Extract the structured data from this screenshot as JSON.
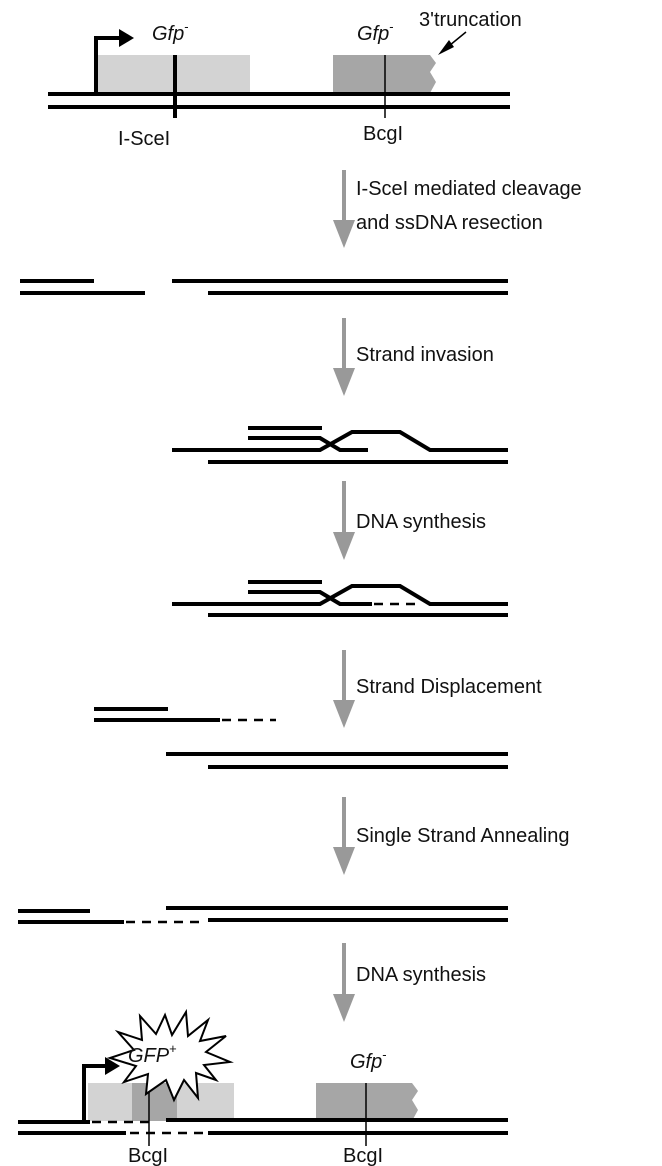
{
  "top_construct": {
    "gene_left_label": "Gfp",
    "gene_left_sup": "-",
    "gene_right_label": "Gfp",
    "gene_right_sup": "-",
    "truncation_label": "3'truncation",
    "site_left_label": "I-SceI",
    "site_right_label": "BcgI"
  },
  "steps": [
    {
      "line1": "I-SceI mediated cleavage",
      "line2": "and ssDNA resection"
    },
    {
      "line1": "Strand invasion"
    },
    {
      "line1": "DNA synthesis"
    },
    {
      "line1": "Strand Displacement"
    },
    {
      "line1": "Single Strand Annealing"
    },
    {
      "line1": "DNA synthesis"
    }
  ],
  "bottom_construct": {
    "burst_label": "GFP",
    "burst_sup": "+",
    "gene_right_label": "Gfp",
    "gene_right_sup": "-",
    "site_left_label": "BcgI",
    "site_right_label": "BcgI"
  },
  "colors": {
    "gene_light": "#d3d3d3",
    "gene_dark": "#a6a6a6",
    "arrow": "#999999",
    "strand": "#000000"
  }
}
